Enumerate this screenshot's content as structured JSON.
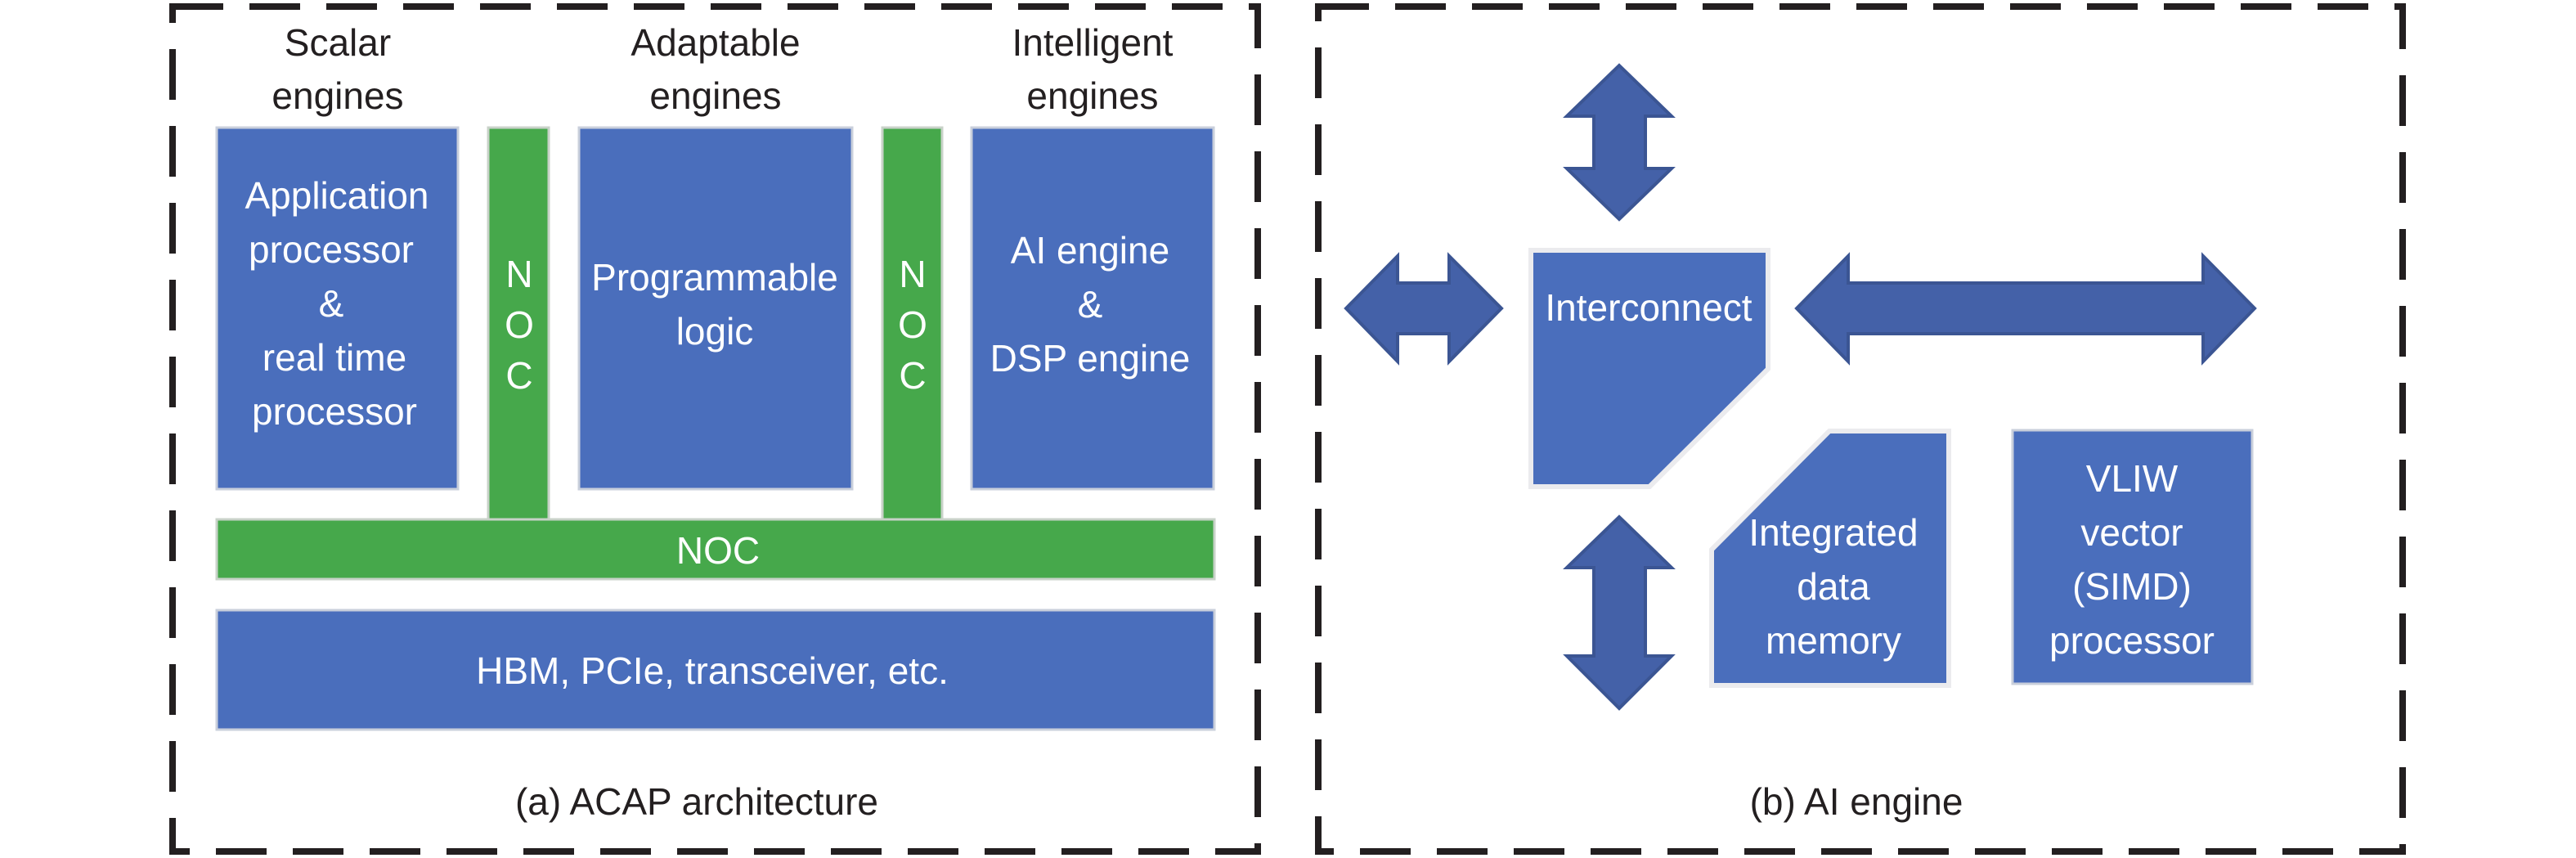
{
  "figure": {
    "panel_a": {
      "caption": "(a) ACAP architecture",
      "column_headers": [
        {
          "line1": "Scalar",
          "line2": "engines"
        },
        {
          "line1": "Adaptable",
          "line2": "engines"
        },
        {
          "line1": "Intelligent",
          "line2": "engines"
        }
      ],
      "scalar_block": {
        "lines": [
          "Application",
          "processor",
          "&",
          "real time",
          "processor"
        ]
      },
      "adaptable_block": {
        "lines": [
          "Programmable",
          "logic"
        ]
      },
      "intelligent_block": {
        "lines": [
          "AI engine",
          "&",
          "DSP engine"
        ]
      },
      "noc_vertical_left": {
        "letters": [
          "N",
          "O",
          "C"
        ]
      },
      "noc_vertical_right": {
        "letters": [
          "N",
          "O",
          "C"
        ]
      },
      "noc_horizontal": {
        "label": "NOC"
      },
      "io_block": {
        "label": "HBM, PCIe, transceiver, etc."
      }
    },
    "panel_b": {
      "caption": "(b) AI engine",
      "interconnect": {
        "label": "Interconnect"
      },
      "data_memory": {
        "lines": [
          "Integrated",
          "data",
          "memory"
        ]
      },
      "vliw_processor": {
        "lines": [
          "VLIW",
          "vector",
          "(SIMD)",
          "processor"
        ]
      },
      "arrows": [
        {
          "name": "north",
          "direction": "vertical-bidirectional"
        },
        {
          "name": "west",
          "direction": "horizontal-bidirectional"
        },
        {
          "name": "east",
          "direction": "horizontal-bidirectional"
        },
        {
          "name": "south",
          "direction": "vertical-bidirectional"
        }
      ]
    },
    "colors": {
      "block_blue": "#4a6ebc",
      "noc_green": "#46a84b",
      "arrow_blue": "#4461a8",
      "border_black": "#231f20",
      "text_white": "#ffffff"
    }
  }
}
